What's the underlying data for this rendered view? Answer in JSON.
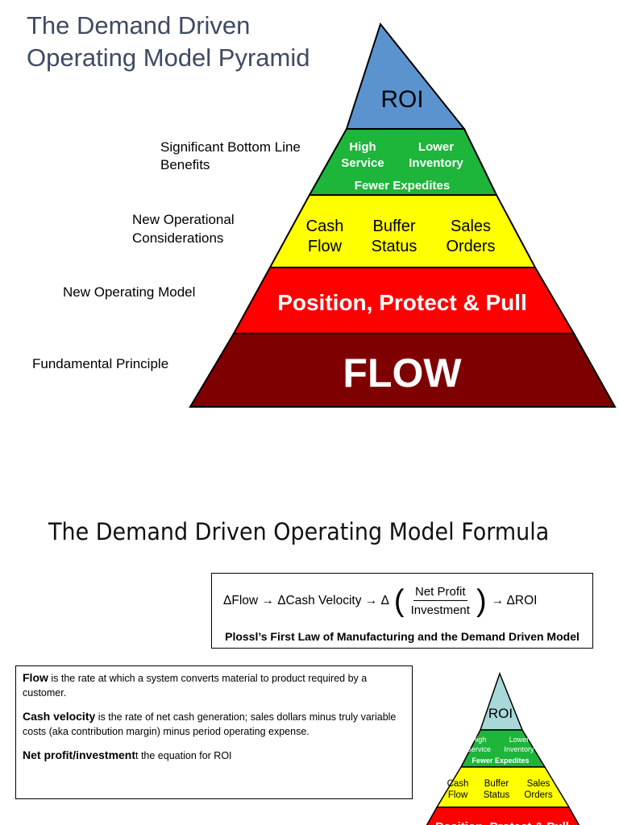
{
  "title": {
    "line1": "The Demand Driven",
    "line2": "Operating Model Pyramid"
  },
  "pyramid": {
    "roi": "ROI",
    "high_service": [
      "High",
      "Service"
    ],
    "lower_inventory": [
      "Lower",
      "Inventory"
    ],
    "fewer_expedites": "Fewer Expedites",
    "cash_flow": [
      "Cash",
      "Flow"
    ],
    "buffer_status": [
      "Buffer",
      "Status"
    ],
    "sales_orders": [
      "Sales",
      "Orders"
    ],
    "position": "Position, Protect & Pull",
    "flow": "FLOW",
    "colors": {
      "roi": "#5b93cf",
      "green": "#1db53a",
      "yellow": "#ffff00",
      "red": "#ff0000",
      "darkred": "#7f0000",
      "small_roi": "#a8d8d8"
    }
  },
  "side_labels": {
    "benefits": [
      "Significant Bottom Line",
      "Benefits"
    ],
    "considerations": [
      "New Operational",
      "Considerations"
    ],
    "model": "New Operating Model",
    "principle": "Fundamental Principle"
  },
  "formula": {
    "heading": "The Demand Driven Operating Model Formula",
    "part1": "ΔFlow → ΔCash Velocity → Δ",
    "paren_open": "(",
    "numerator": "Net Profit",
    "denominator": "Investment",
    "paren_close": ")",
    "part2": "→ ΔROI",
    "law": "Plossl’s First Law of Manufacturing and the Demand Driven Model"
  },
  "definitions": {
    "flow_term": "Flow",
    "flow_text": " is the rate at which a system converts material to product required by a customer.",
    "cash_term": "Cash velocity",
    "cash_text": " is the rate of net cash generation; sales dollars minus truly variable costs (aka contribution margin) minus period operating expense.",
    "np_term": "Net profit/investment",
    "np_text": "t the equation for ROI"
  }
}
